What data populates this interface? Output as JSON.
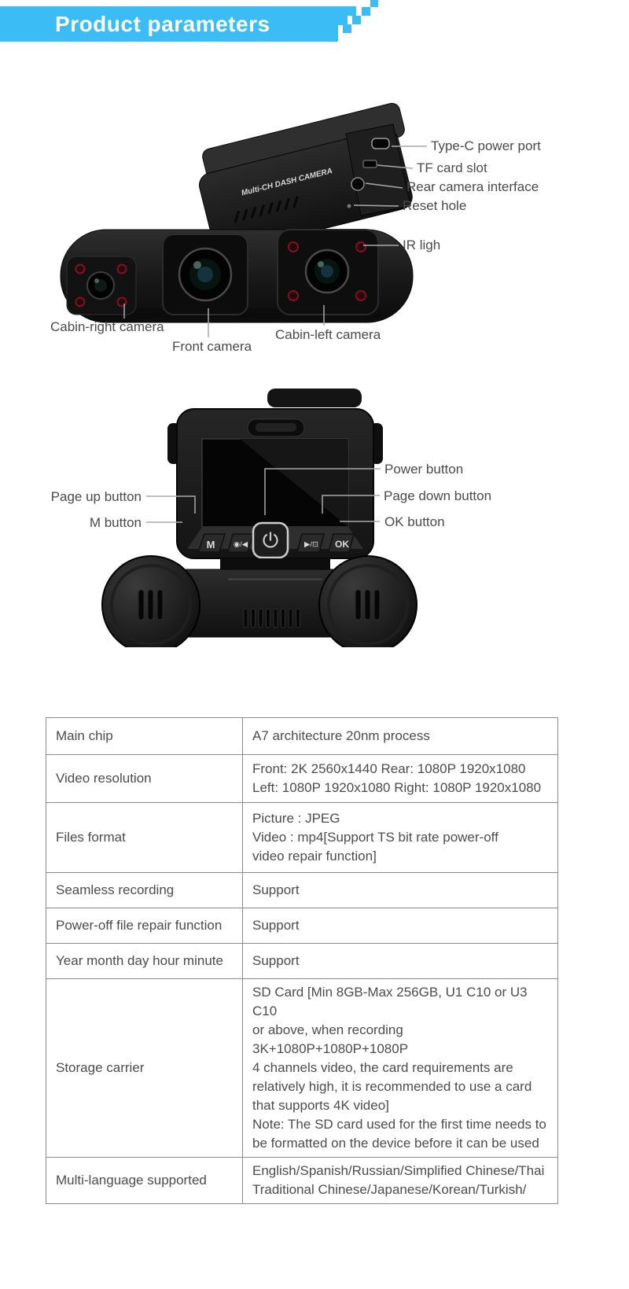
{
  "banner": {
    "title": "Product parameters",
    "bg": "#3bbcf4"
  },
  "figure1": {
    "brand": "Multi-CH DASH CAMERA",
    "callouts": {
      "typec": "Type-C power port",
      "tf": "TF card slot",
      "rear": "Rear camera interface",
      "reset": "Reset hole",
      "ir": "IR ligh",
      "cabin_right": "Cabin-right camera",
      "front": "Front camera",
      "cabin_left": "Cabin-left camera"
    }
  },
  "figure2": {
    "buttons": {
      "m": "M",
      "rec": "◉/◀",
      "play": "▶/⊡",
      "ok": "OK"
    },
    "callouts": {
      "power": "Power button",
      "page_up": "Page up button",
      "page_down": "Page down button",
      "m": "M button",
      "ok": "OK button"
    }
  },
  "table": {
    "rows": [
      {
        "label": "Main chip",
        "value": "A7 architecture 20nm process"
      },
      {
        "label": "Video resolution",
        "value": "Front:  2K 2560x1440  Rear:  1080P 1920x1080\nLeft:  1080P 1920x1080  Right: 1080P 1920x1080"
      },
      {
        "label": "Files format",
        "value": "Picture : JPEG\nVideo : mp4[Support TS bit rate power-off\nvideo repair function]"
      },
      {
        "label": "Seamless recording",
        "value": "Support"
      },
      {
        "label": "Power-off file repair function",
        "value": "Support"
      },
      {
        "label": "Year month day hour minute",
        "value": "Support"
      },
      {
        "label": "Storage carrier",
        "value": "SD Card [Min 8GB-Max 256GB, U1 C10 or U3 C10\nor above, when recording 3K+1080P+1080P+1080P\n4 channels video, the card requirements are\nrelatively high, it is recommended to use a card\nthat supports 4K video]\nNote: The SD card used for the first time needs to\nbe formatted on the device before it can be used"
      },
      {
        "label": "Multi-language supported",
        "value": "English/Spanish/Russian/Simplified Chinese/Thai\nTraditional Chinese/Japanese/Korean/Turkish/"
      }
    ]
  },
  "colors": {
    "callout_line": "#a9a9a9",
    "table_border": "#8a8a8a",
    "text": "#4c4c4c"
  }
}
